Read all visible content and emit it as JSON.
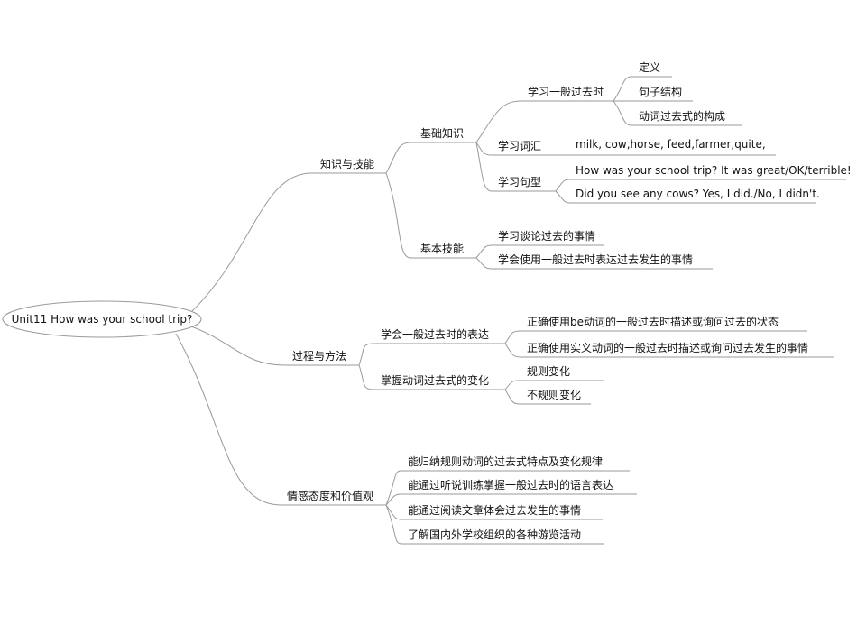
{
  "root": "Unit11 How was your school trip?",
  "branches": [
    {
      "label": "知识与技能",
      "children": [
        {
          "label": "基础知识",
          "children": [
            {
              "label": "学习一般过去时",
              "children": [
                "定义",
                "句子结构",
                "动词过去式的构成"
              ]
            },
            {
              "label": "学习词汇",
              "children": [
                "milk, cow,horse, feed,farmer,quite,"
              ]
            },
            {
              "label": "学习句型",
              "children": [
                "How was your school trip? It was great/OK/terrible!",
                "Did you see any cows? Yes, I did./No, I didn't."
              ]
            }
          ]
        },
        {
          "label": "基本技能",
          "children": [
            "学习谈论过去的事情",
            "学会使用一般过去时表达过去发生的事情"
          ]
        }
      ]
    },
    {
      "label": "过程与方法",
      "children": [
        {
          "label": "学会一般过去时的表达",
          "children": [
            "正确使用be动词的一般过去时描述或询问过去的状态",
            "正确使用实义动词的一般过去时描述或询问过去发生的事情"
          ]
        },
        {
          "label": "掌握动词过去式的变化",
          "children": [
            "规则变化",
            "不规则变化"
          ]
        }
      ]
    },
    {
      "label": "情感态度和价值观",
      "children": [
        "能归纳规则动词的过去式特点及变化规律",
        "能通过听说训练掌握一般过去时的语言表达",
        "能通过阅读文章体会过去发生的事情",
        "了解国内外学校组织的各种游览活动"
      ]
    }
  ]
}
